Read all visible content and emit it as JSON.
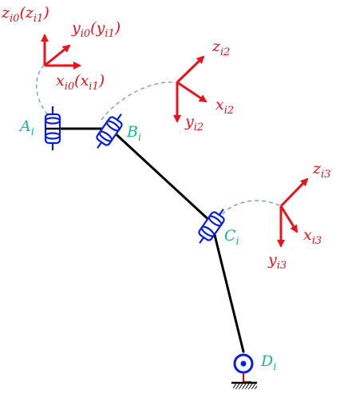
{
  "colors": {
    "frame": "#e8141c",
    "joint_label": "#1fb393",
    "joint": "#0a1ee0",
    "link": "#000000",
    "dashed_arc": "#7a9ccc",
    "base_mark": "#c81414"
  },
  "frames": {
    "f0": {
      "z_main": "z",
      "z_sub": "i0",
      "z_alt": "z",
      "z_alt_sub": "i1",
      "y_main": "y",
      "y_sub": "i0",
      "y_alt": "y",
      "y_alt_sub": "i1",
      "x_main": "x",
      "x_sub": "i0",
      "x_alt": "x",
      "x_alt_sub": "i1"
    },
    "f2": {
      "z_main": "z",
      "z_sub": "i2",
      "x_main": "x",
      "x_sub": "i2",
      "y_main": "y",
      "y_sub": "i2"
    },
    "f3": {
      "z_main": "z",
      "z_sub": "i3",
      "x_main": "x",
      "x_sub": "i3",
      "y_main": "y",
      "y_sub": "i3"
    }
  },
  "joints": {
    "A": {
      "main": "A",
      "sub": "i"
    },
    "B": {
      "main": "B",
      "sub": "i"
    },
    "C": {
      "main": "C",
      "sub": "i"
    },
    "D": {
      "main": "D",
      "sub": "i"
    }
  }
}
